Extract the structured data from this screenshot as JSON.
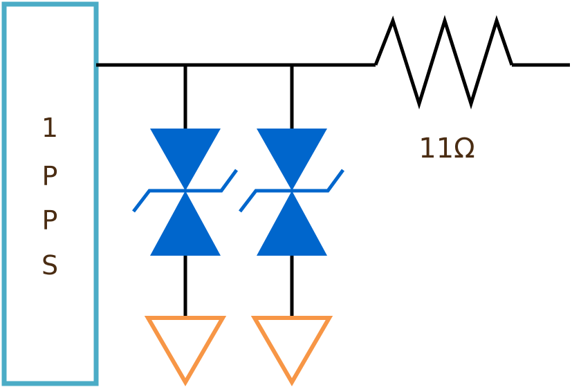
{
  "source_block": {
    "label_lines": [
      "1",
      "P",
      "P",
      "S"
    ],
    "border_color": "#4BACC6"
  },
  "resistor": {
    "value_label": "11Ω"
  },
  "colors": {
    "wire": "#000000",
    "tvs_diode": "#0066CC",
    "ground": "#F79646",
    "resistor_label": "#4a2c12"
  },
  "components": {
    "tvs_diodes": [
      "tvs-diode-1",
      "tvs-diode-2"
    ],
    "grounds": [
      "ground-1",
      "ground-2"
    ]
  }
}
